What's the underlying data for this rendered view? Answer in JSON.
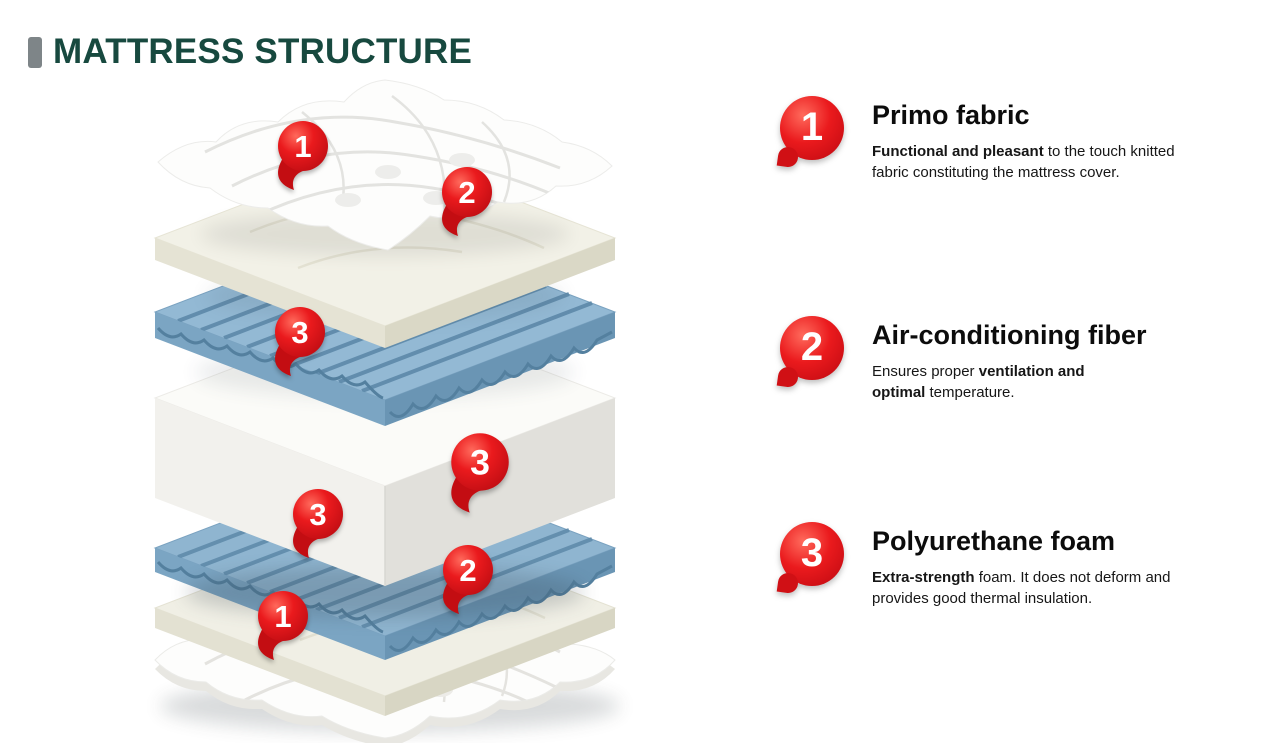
{
  "header": {
    "title": "MATTRESS STRUCTURE"
  },
  "colors": {
    "title_green": "#17493f",
    "accent_red": "#e2131b",
    "foam_blue": "#8fb5d0",
    "fiber_cream": "#f0efe5"
  },
  "diagram": {
    "markers": [
      {
        "label": "1"
      },
      {
        "label": "2"
      },
      {
        "label": "3"
      },
      {
        "label": "3"
      },
      {
        "label": "3"
      },
      {
        "label": "2"
      },
      {
        "label": "1"
      }
    ]
  },
  "legend": {
    "items": [
      {
        "number": "1",
        "title": "Primo fabric",
        "body": {
          "prefix": "",
          "bold": "Functional and pleasant",
          "suffix": " to the touch knitted fabric constituting the mattress cover."
        }
      },
      {
        "number": "2",
        "title": "Air-conditioning fiber",
        "body": {
          "prefix": "Ensures proper ",
          "bold": "ventilation and optimal",
          "suffix": " temperature."
        }
      },
      {
        "number": "3",
        "title": "Polyurethane foam",
        "body": {
          "prefix": "",
          "bold": "Extra-strength",
          "suffix": " foam. It does not deform and provides good thermal insulation."
        }
      }
    ]
  }
}
